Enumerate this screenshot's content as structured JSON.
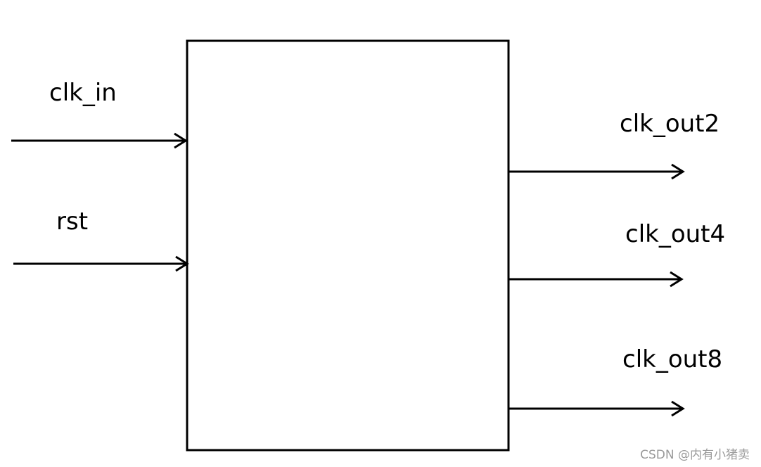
{
  "block": {
    "inputs": [
      {
        "label": "clk_in"
      },
      {
        "label": "rst"
      }
    ],
    "outputs": [
      {
        "label": "clk_out2"
      },
      {
        "label": "clk_out4"
      },
      {
        "label": "clk_out8"
      }
    ]
  },
  "watermark": "CSDN @内有小猪卖"
}
